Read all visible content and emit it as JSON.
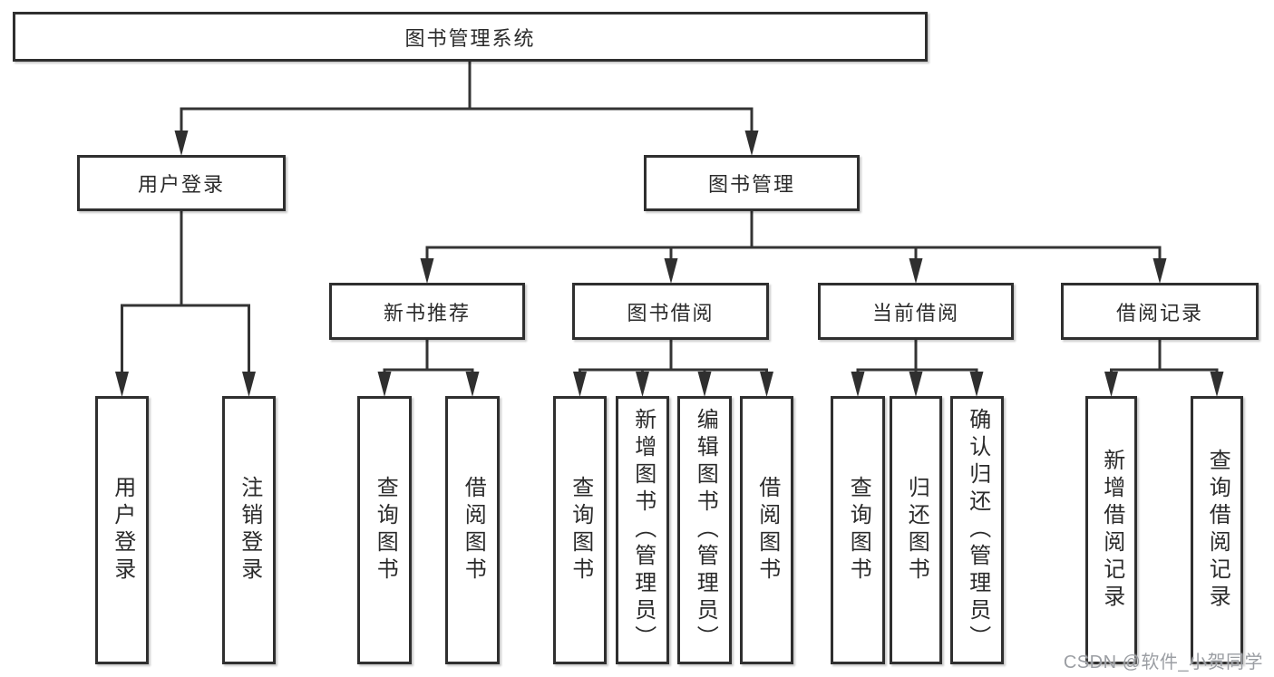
{
  "tree": {
    "label": "图书管理系统",
    "children": [
      {
        "label": "用户登录",
        "children": [
          {
            "label": "用户登录"
          },
          {
            "label": "注销登录"
          }
        ]
      },
      {
        "label": "图书管理",
        "children": [
          {
            "label": "新书推荐",
            "children": [
              {
                "label": "查询图书"
              },
              {
                "label": "借阅图书"
              }
            ]
          },
          {
            "label": "图书借阅",
            "children": [
              {
                "label": "查询图书"
              },
              {
                "label": "新增图书（管理员）"
              },
              {
                "label": "编辑图书（管理员）"
              },
              {
                "label": "借阅图书"
              }
            ]
          },
          {
            "label": "当前借阅",
            "children": [
              {
                "label": "查询图书"
              },
              {
                "label": "归还图书"
              },
              {
                "label": "确认归还（管理员）"
              }
            ]
          },
          {
            "label": "借阅记录",
            "children": [
              {
                "label": "新增借阅记录"
              },
              {
                "label": "查询借阅记录"
              }
            ]
          }
        ]
      }
    ]
  },
  "watermark": {
    "text": "CSDN @软件_小贺同学"
  },
  "colors": {
    "line": "#343434",
    "arrowhead": "#2f2f2f",
    "box_border": "#2f2f2f",
    "text": "#2b2b2b",
    "watermark": "#9b9ea3",
    "background": "#ffffff"
  }
}
